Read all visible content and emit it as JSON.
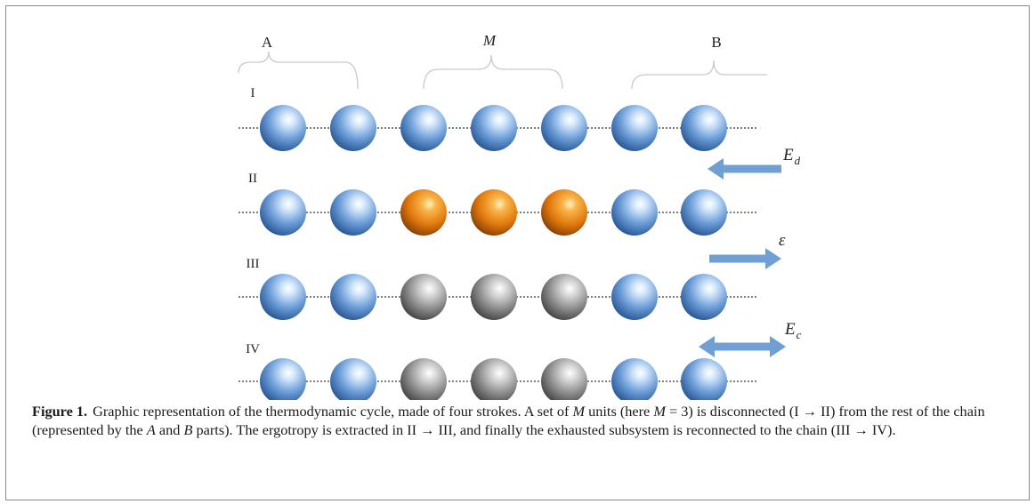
{
  "group_labels": {
    "a": "A",
    "m": "M",
    "b": "B"
  },
  "rows": [
    {
      "label": "I",
      "spheres": [
        "blue",
        "blue",
        "blue",
        "blue",
        "blue",
        "blue",
        "blue"
      ]
    },
    {
      "label": "II",
      "spheres": [
        "blue",
        "blue",
        "orange",
        "orange",
        "orange",
        "blue",
        "blue"
      ]
    },
    {
      "label": "III",
      "spheres": [
        "blue",
        "blue",
        "gray",
        "gray",
        "gray",
        "blue",
        "blue"
      ]
    },
    {
      "label": "IV",
      "spheres": [
        "blue",
        "blue",
        "gray",
        "gray",
        "gray",
        "blue",
        "blue"
      ]
    }
  ],
  "arrows": [
    {
      "direction": "left",
      "symbol": "E",
      "subscript": "d"
    },
    {
      "direction": "right",
      "symbol": "ε",
      "subscript": ""
    },
    {
      "direction": "both",
      "symbol": "E",
      "subscript": "c"
    }
  ],
  "colors": {
    "arrow": "#6f9fd3",
    "blue_sphere": "#4f85c6",
    "orange_sphere": "#e0780c",
    "gray_sphere": "#858585"
  },
  "caption": {
    "label": "Figure 1.",
    "text_parts": [
      "Graphic representation of the thermodynamic cycle, made of four strokes. A set of ",
      "M",
      " units (here ",
      "M",
      " = 3) is disconnected (I → II) from the rest of the chain (represented by the ",
      "A",
      " and ",
      "B",
      " parts). The ergotropy is extracted in II → III, and finally the exhausted subsystem is reconnected to the chain (III → IV)."
    ]
  }
}
